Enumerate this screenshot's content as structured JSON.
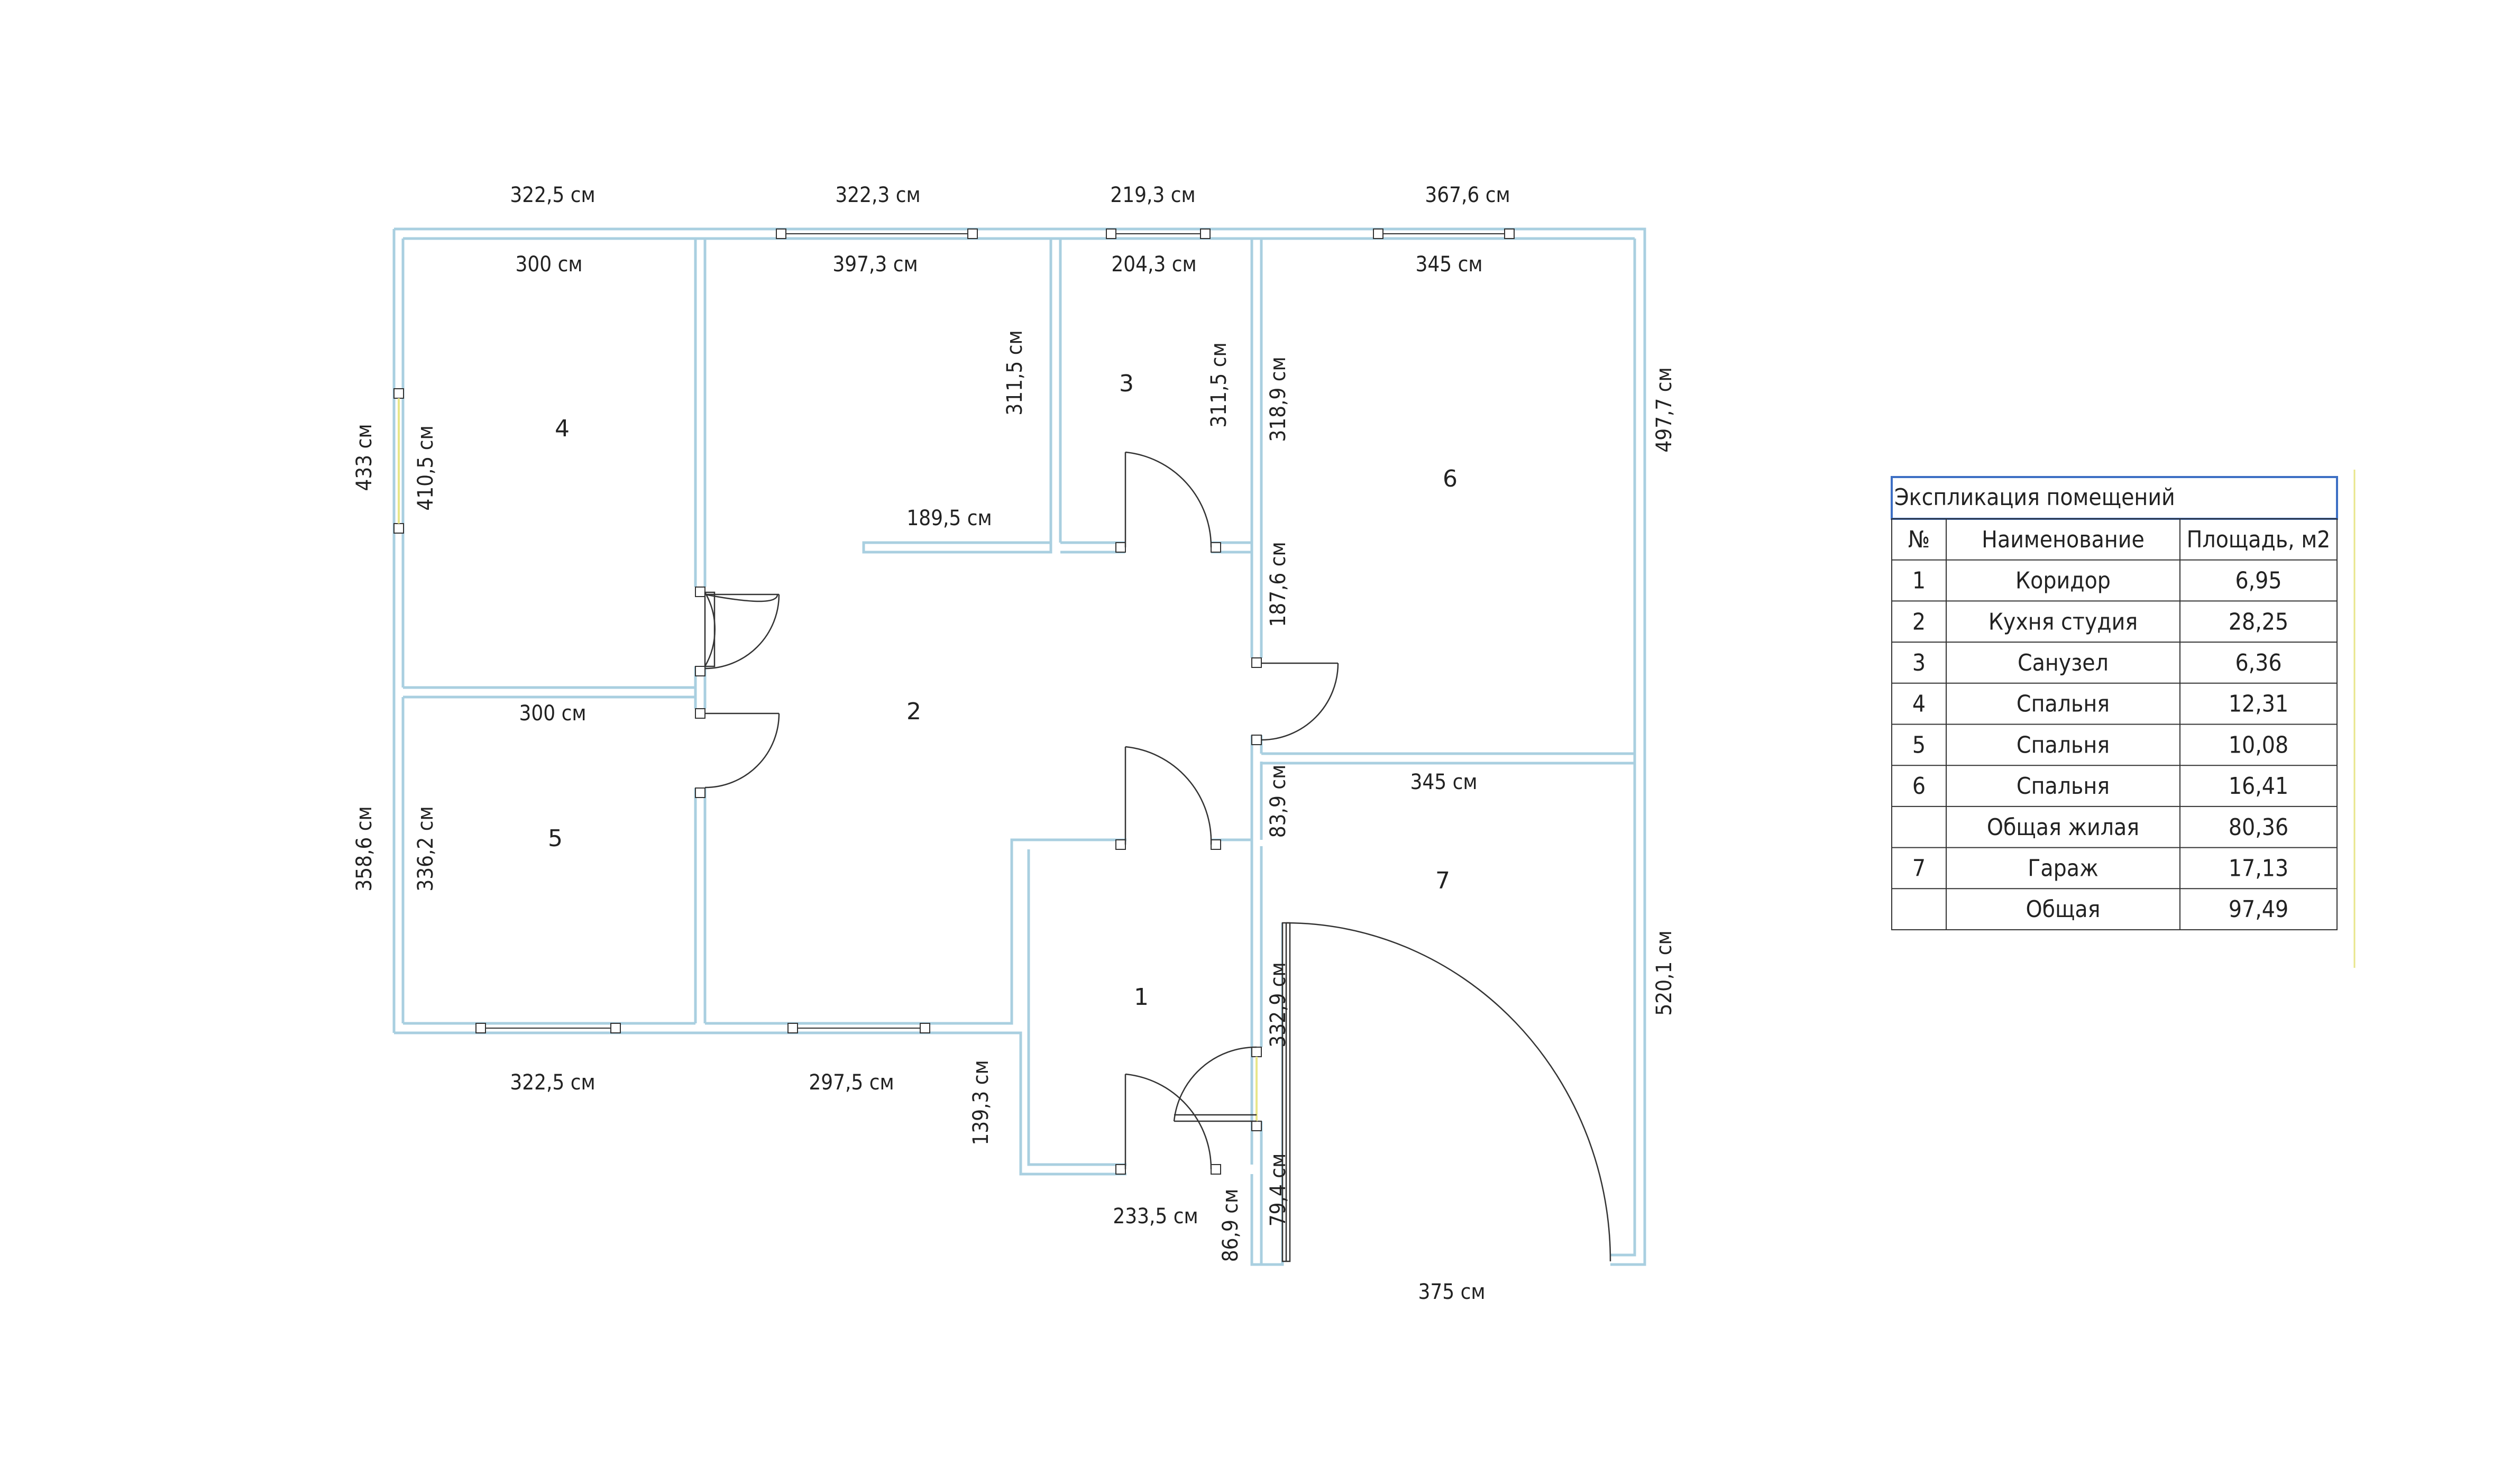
{
  "plan": {
    "outer_dimensions": {
      "top_1": "322,5 см",
      "top_2": "322,3 см",
      "top_3": "219,3 см",
      "top_4": "367,6 см",
      "left_upper": "433 см",
      "left_lower": "358,6 см",
      "right_upper": "497,7 см",
      "right_lower": "520,1 см",
      "bottom_1": "322,5 см",
      "bottom_2": "297,5 см",
      "bottom_3": "233,5 см",
      "bottom_garage": "375 см",
      "vestibule_left": "139,3 см",
      "stub_bottom": "86,9 см"
    },
    "inner_dimensions": {
      "room4_width": "300 см",
      "room4_height": "410,5 см",
      "room2_width": "397,3 см",
      "room2_partition_height": "311,5 см",
      "room2_partition_width": "189,5 см",
      "room3_width": "204,3 см",
      "room3_height": "311,5 см",
      "room6_width": "345 см",
      "room6_height_upper": "318,9 см",
      "room6_height_lower": "187,6 см",
      "room5_width": "300 см",
      "room5_height": "336,2 см",
      "room7_width": "345 см",
      "garage_wall_upper": "83,9 см",
      "garage_wall_mid": "332,9 см",
      "garage_wall_lower": "79,4 см"
    },
    "room_numbers": [
      "1",
      "2",
      "3",
      "4",
      "5",
      "6",
      "7"
    ]
  },
  "explication": {
    "title": "Экспликация помещений",
    "headers": [
      "№",
      "Наименование",
      "Площадь, м2"
    ],
    "rows": [
      {
        "no": "1",
        "name": "Коридор",
        "area": "6,95"
      },
      {
        "no": "2",
        "name": "Кухня студия",
        "area": "28,25"
      },
      {
        "no": "3",
        "name": "Санузел",
        "area": "6,36"
      },
      {
        "no": "4",
        "name": "Спальня",
        "area": "12,31"
      },
      {
        "no": "5",
        "name": "Спальня",
        "area": "10,08"
      },
      {
        "no": "6",
        "name": "Спальня",
        "area": "16,41"
      },
      {
        "no": "",
        "name": "Общая жилая",
        "area": "80,36"
      },
      {
        "no": "7",
        "name": "Гараж",
        "area": "17,13"
      },
      {
        "no": "",
        "name": "Общая",
        "area": "97,49"
      }
    ]
  },
  "colors": {
    "wall": "#a9cfe0",
    "line": "#333333",
    "table_border": "#3d6fc4",
    "window": "#e8e68a"
  }
}
